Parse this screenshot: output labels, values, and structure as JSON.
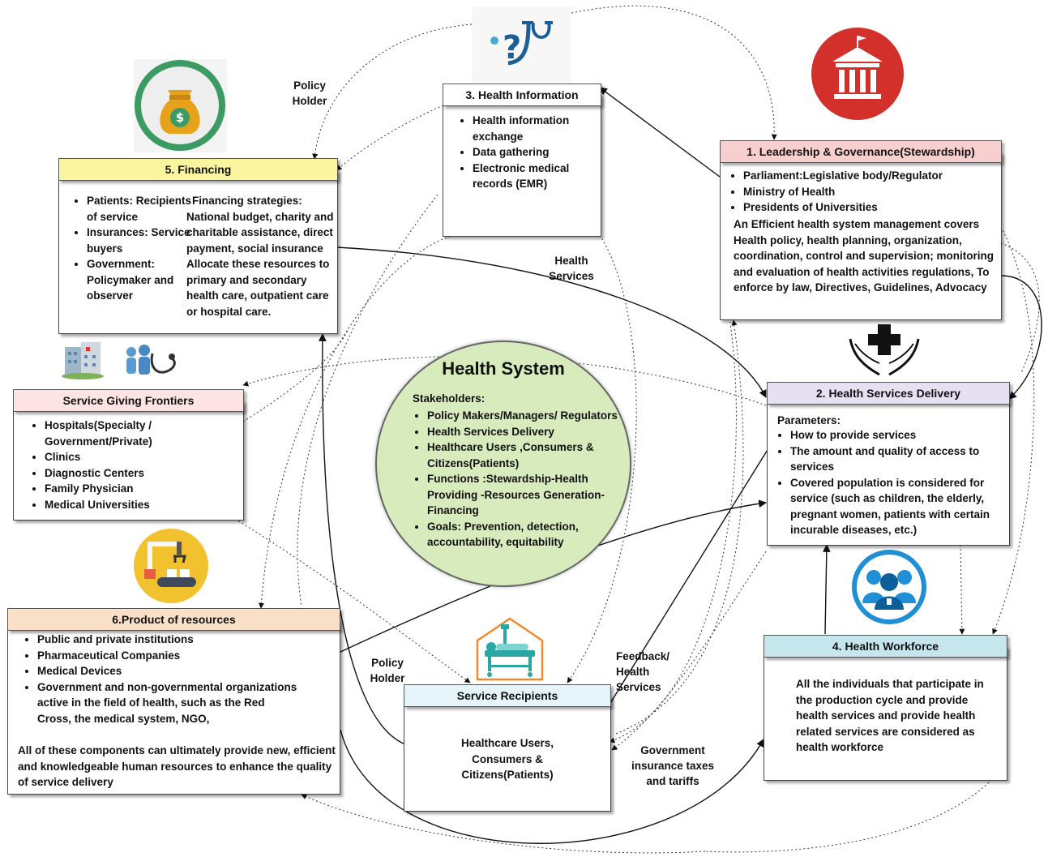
{
  "center": {
    "title": "Health System",
    "stakeholders_label": "Stakeholders:",
    "items": [
      "Policy Makers/Managers/ Regulators",
      "Health Services Delivery",
      "Healthcare Users ,Consumers & Citizens(Patients)",
      "Functions :Stewardship-Health Providing -Resources Generation-Financing",
      "Goals: Prevention, detection, accountability, equitability"
    ]
  },
  "financing": {
    "title": "5. Financing",
    "bullets": [
      "Patients: Recipients of service",
      "Insurances: Service buyers",
      "Government: Policymaker and observer"
    ],
    "strategies_title": "Financing strategies:",
    "strategies_text": "National budget, charity and charitable assistance, direct payment, social insurance",
    "allocate_text": "Allocate these resources to primary and secondary health care, outpatient care or hospital care."
  },
  "health_info": {
    "title": "3. Health Information",
    "bullets": [
      "Health information exchange",
      "Data gathering",
      "Electronic medical records (EMR)"
    ]
  },
  "leadership": {
    "title": "1. Leadership & Governance(Stewardship)",
    "bullets": [
      "Parliament:Legislative body/Regulator",
      "Ministry of Health",
      "Presidents of Universities"
    ],
    "text": "An Efficient health system management covers Health policy, health planning, organization, coordination, control and supervision; monitoring and evaluation of health activities  regulations, To enforce by law, Directives, Guidelines, Advocacy"
  },
  "delivery": {
    "title": "2. Health Services Delivery",
    "params_label": "Parameters:",
    "bullets": [
      "How to provide services",
      "The amount and quality  of access to services",
      "Covered population is considered for service (such as children, the elderly, pregnant women, patients with certain incurable diseases, etc.)"
    ]
  },
  "frontiers": {
    "title": "Service Giving Frontiers",
    "bullets": [
      "Hospitals(Specialty / Government/Private)",
      "Clinics",
      "Diagnostic Centers",
      "Family Physician",
      "Medical Universities"
    ]
  },
  "resources": {
    "title": "6.Product of resources",
    "bullets": [
      "Public and private institutions",
      "Pharmaceutical Companies",
      "Medical Devices",
      "Government and non-governmental organizations active in the field of health, such as the Red Cross, the medical system, NGO,"
    ],
    "text": "All of these components can ultimately provide new, efficient and knowledgeable human resources to enhance the quality of service delivery"
  },
  "recipients": {
    "title": "Service Recipients",
    "text": "Healthcare Users, Consumers & Citizens(Patients)"
  },
  "workforce": {
    "title": "4. Health Workforce",
    "text": "All the individuals that participate in the production cycle and provide health services and provide health related services are considered as health workforce"
  },
  "labels": {
    "policy_holder_top": "Policy Holder",
    "health_services": "Health Services",
    "policy_holder_bottom": "Policy Holder",
    "feedback": "Feedback/ Health Services",
    "government": "Government insurance taxes and tariffs"
  },
  "icons": {
    "financing": "money-bag-icon",
    "health_info": "stethoscope-question-icon",
    "leadership": "government-building-icon",
    "delivery": "hands-cross-icon",
    "frontiers": "hospital-people-icon",
    "resources": "factory-robot-icon",
    "recipients": "hospital-bed-icon",
    "workforce": "medical-team-icon"
  },
  "colors": {
    "financing_header": "#fbf5a0",
    "health_info_header": "#ffffff",
    "leadership_header": "#f8cfcf",
    "delivery_header": "#e6e0f2",
    "frontiers_header": "#fde3e3",
    "resources_header": "#fbe0c8",
    "recipients_header": "#e4f4f8",
    "workforce_header": "#c6e6ee",
    "circle": "#d8ebbd"
  }
}
